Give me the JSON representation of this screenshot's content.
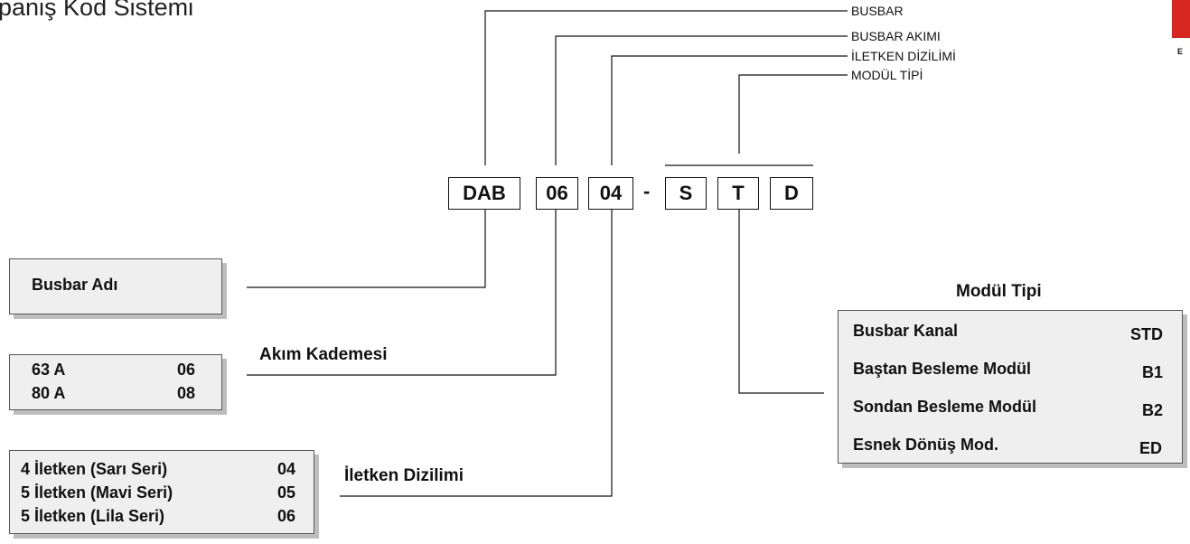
{
  "title": "paniş Kod Sistemi",
  "logo": {
    "letter": "E"
  },
  "top_labels": [
    "BUSBAR",
    "BUSBAR AKIMI",
    "İLETKEN DİZİLİMİ",
    "MODÜL TİPİ"
  ],
  "code": {
    "parts": [
      "DAB",
      "06",
      "04"
    ],
    "separator": "-",
    "module_parts": [
      "S",
      "T",
      "D"
    ]
  },
  "busbar_name": {
    "label": "Busbar Adı"
  },
  "current": {
    "label": "Akım Kademesi",
    "rows": [
      {
        "name": "63 A",
        "code": "06"
      },
      {
        "name": "80 A",
        "code": "08"
      }
    ]
  },
  "conductor": {
    "label": "İletken Dizilimi",
    "rows": [
      {
        "name": "4 İletken (Sarı Seri)",
        "code": "04"
      },
      {
        "name": "5 İletken (Mavi Seri)",
        "code": "05"
      },
      {
        "name": "5 İletken (Lila Seri)",
        "code": "06"
      }
    ]
  },
  "module": {
    "label": "Modül Tipi",
    "rows": [
      {
        "name": "Busbar Kanal",
        "code": "STD"
      },
      {
        "name": "Baştan Besleme Modül",
        "code": "B1"
      },
      {
        "name": "Sondan Besleme Modül",
        "code": "B2"
      },
      {
        "name": "Esnek Dönüş Mod.",
        "code": "ED"
      }
    ]
  },
  "colors": {
    "box_fill": "#efefef",
    "shadow": "#bdbdbd",
    "logo_red": "#d7261e"
  }
}
